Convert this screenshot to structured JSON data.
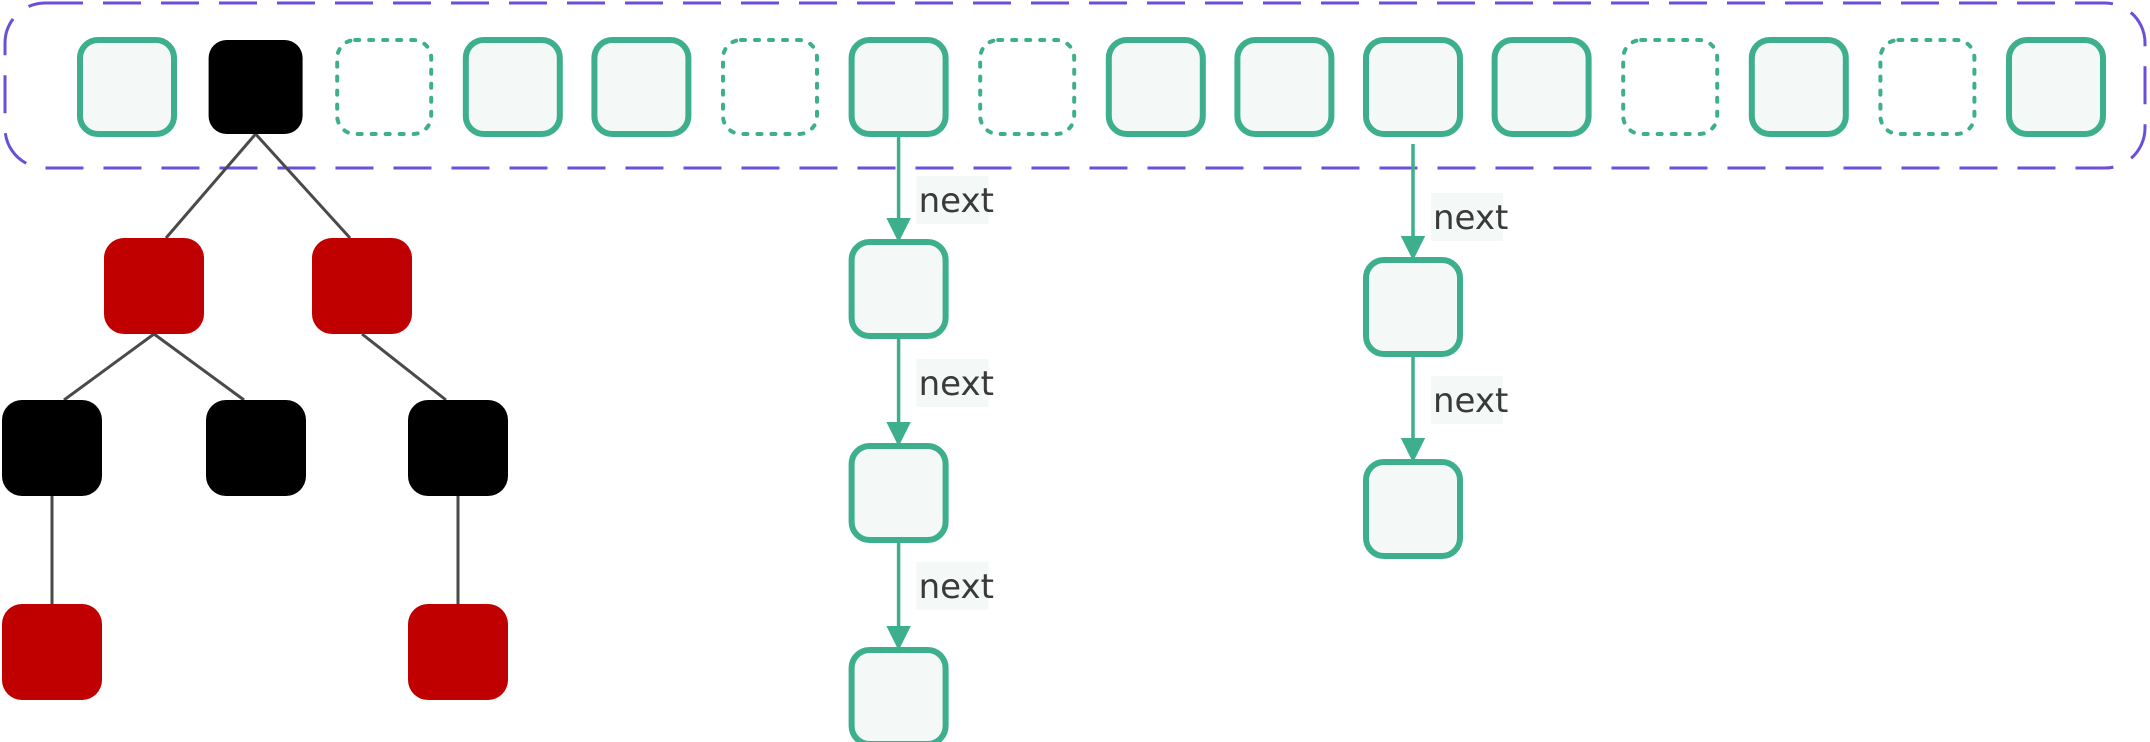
{
  "colors": {
    "table_border": "#6b4fd8",
    "bucket_stroke": "#3daf8c",
    "bucket_fill": "#f4f8f6",
    "node_black": "#000000",
    "node_red": "#c00000",
    "tree_edge": "#4a4a4a",
    "label_bg": "#f4f8f6",
    "label_text": "#3a3a3a"
  },
  "hash_table": {
    "slots": [
      {
        "state": "filled"
      },
      {
        "state": "tree-root"
      },
      {
        "state": "empty"
      },
      {
        "state": "filled"
      },
      {
        "state": "filled"
      },
      {
        "state": "empty"
      },
      {
        "state": "filled"
      },
      {
        "state": "empty"
      },
      {
        "state": "filled"
      },
      {
        "state": "filled"
      },
      {
        "state": "filled"
      },
      {
        "state": "filled"
      },
      {
        "state": "empty"
      },
      {
        "state": "filled"
      },
      {
        "state": "empty"
      },
      {
        "state": "filled"
      }
    ]
  },
  "red_black_tree": {
    "nodes": [
      {
        "id": "n1",
        "color": "red",
        "parent": "root"
      },
      {
        "id": "n2",
        "color": "red",
        "parent": "root"
      },
      {
        "id": "n3",
        "color": "black",
        "parent": "n1"
      },
      {
        "id": "n4",
        "color": "black",
        "parent": "n1"
      },
      {
        "id": "n5",
        "color": "black",
        "parent": "n2"
      },
      {
        "id": "n6",
        "color": "red",
        "parent": "n3"
      },
      {
        "id": "n7",
        "color": "red",
        "parent": "n5"
      }
    ]
  },
  "linked_lists": [
    {
      "from_slot": 6,
      "length": 3,
      "edge_label": "next"
    },
    {
      "from_slot": 10,
      "length": 2,
      "edge_label": "next"
    }
  ]
}
